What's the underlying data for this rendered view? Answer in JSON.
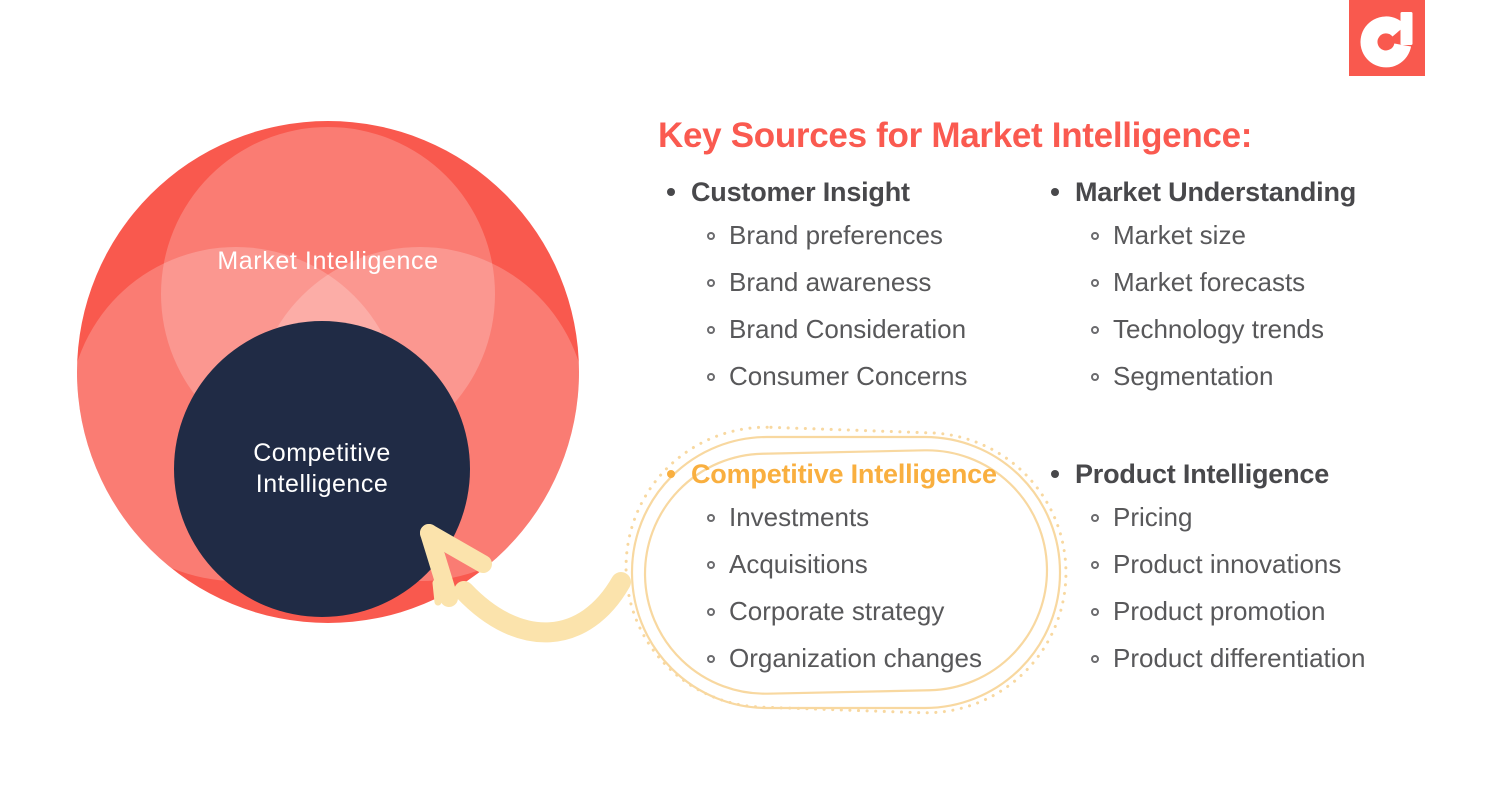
{
  "colors": {
    "coral": "#F9594E",
    "coral_title": "#FA5A50",
    "navy": "#202B45",
    "orange": "#F9AF3F",
    "cream_arrow": "#FBE3AC",
    "pale_yellow_oval": "#F8D8A0",
    "text_gray": "#58585A",
    "heading_gray": "#48484B"
  },
  "logo": {
    "name": "determ-logo"
  },
  "title": {
    "text": "Key Sources for Market Intelligence:"
  },
  "venn": {
    "outer_label": "Market Intelligence",
    "inner_label": "Competitive Intelligence",
    "inner_label_lines": [
      "Competitive",
      "Intelligence"
    ]
  },
  "sections": [
    {
      "heading": "Customer Insight",
      "highlight": false,
      "items": [
        "Brand preferences",
        "Brand awareness",
        "Brand Consideration",
        "Consumer Concerns"
      ]
    },
    {
      "heading": "Market Understanding",
      "highlight": false,
      "items": [
        "Market size",
        "Market forecasts",
        "Technology trends",
        "Segmentation"
      ]
    },
    {
      "heading": "Competitive Intelligence",
      "highlight": true,
      "items": [
        "Investments",
        "Acquisitions",
        "Corporate strategy",
        "Organization changes"
      ]
    },
    {
      "heading": "Product Intelligence",
      "highlight": false,
      "items": [
        "Pricing",
        "Product innovations",
        "Product promotion",
        "Product differentiation"
      ]
    }
  ]
}
